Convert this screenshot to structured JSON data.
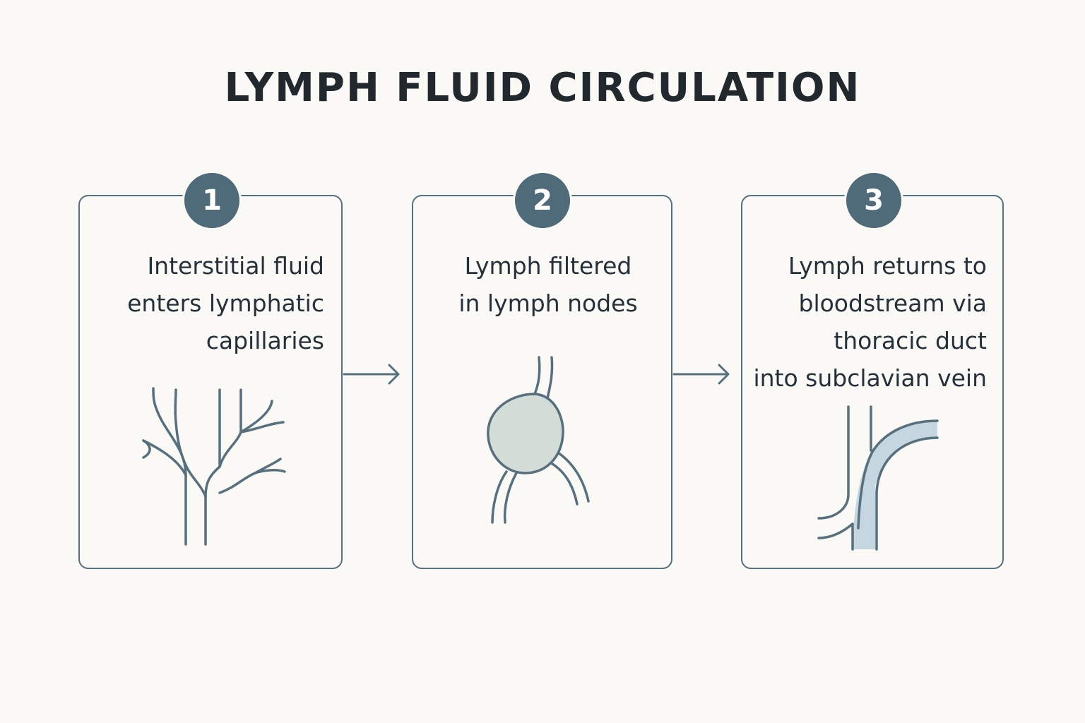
{
  "title": "LYMPH FLUID CIRCULATION",
  "steps": [
    {
      "number": "1",
      "text": "Interstitial fluid\nenters lymphatic\ncapillaries"
    },
    {
      "number": "2",
      "text": "Lymph filtered\nin lymph nodes"
    },
    {
      "number": "3",
      "text": "Lymph returns to\nbloodstream via\nthoracic duct\ninto subclavian vein"
    }
  ],
  "colors": {
    "background": "#faf9f5",
    "stroke": "#56707e",
    "badge": "#4f6a79",
    "node_fill": "#d3dcd6",
    "vein_fill": "#c5d6e0",
    "title": "#22292e"
  },
  "icons": [
    "lymphatic-capillaries-icon",
    "lymph-node-icon",
    "subclavian-vein-icon",
    "arrow-right-icon"
  ]
}
